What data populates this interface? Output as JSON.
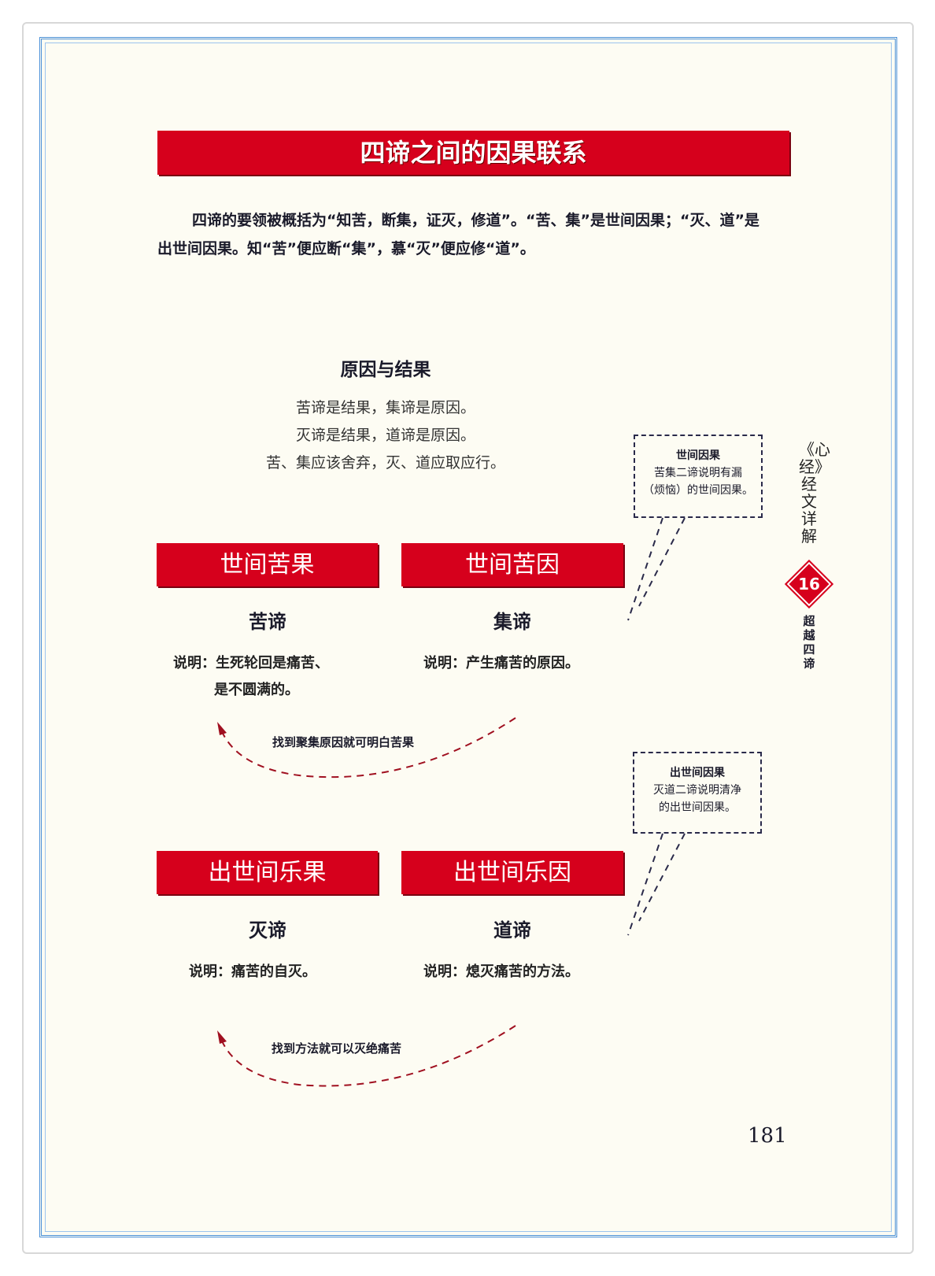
{
  "title": "四谛之间的因果联系",
  "intro": "四谛的要领被概括为“知苦，断集，证灭，修道”。“苦、集”是世间因果；“灭、道”是出世间因果。知“苦”便应断“集”，慕“灭”便应修“道”。",
  "section": {
    "heading": "原因与结果",
    "lines": [
      "苦谛是结果，集谛是原因。",
      "灭谛是结果，道谛是原因。",
      "苦、集应该舍弃，灭、道应取应行。"
    ]
  },
  "callouts": [
    {
      "title": "世间因果",
      "line1": "苦集二谛说明有漏",
      "line2": "（烦恼）的世间因果。"
    },
    {
      "title": "出世间因果",
      "line1": "灭道二谛说明清净",
      "line2": "的出世间因果。"
    }
  ],
  "row1": {
    "bars": [
      "世间苦果",
      "世间苦因"
    ],
    "terms": [
      "苦谛",
      "集谛"
    ],
    "exp1a": "说明：生死轮回是痛苦、",
    "exp1b": "是不圆满的。",
    "exp2": "说明：产生痛苦的原因。",
    "arrow_label": "找到聚集原因就可明白苦果"
  },
  "row2": {
    "bars": [
      "出世间乐果",
      "出世间乐因"
    ],
    "terms": [
      "灭谛",
      "道谛"
    ],
    "exp1": "说明：痛苦的自灭。",
    "exp2": "说明：熄灭痛苦的方法。",
    "arrow_label": "找到方法就可以灭绝痛苦"
  },
  "sidebar": {
    "book": "《心经》经文详解",
    "chapter_number": "16",
    "chapter": "超越四谛"
  },
  "page_number": "181",
  "colors": {
    "red": "#d6001c",
    "border": "#4a90d8"
  }
}
